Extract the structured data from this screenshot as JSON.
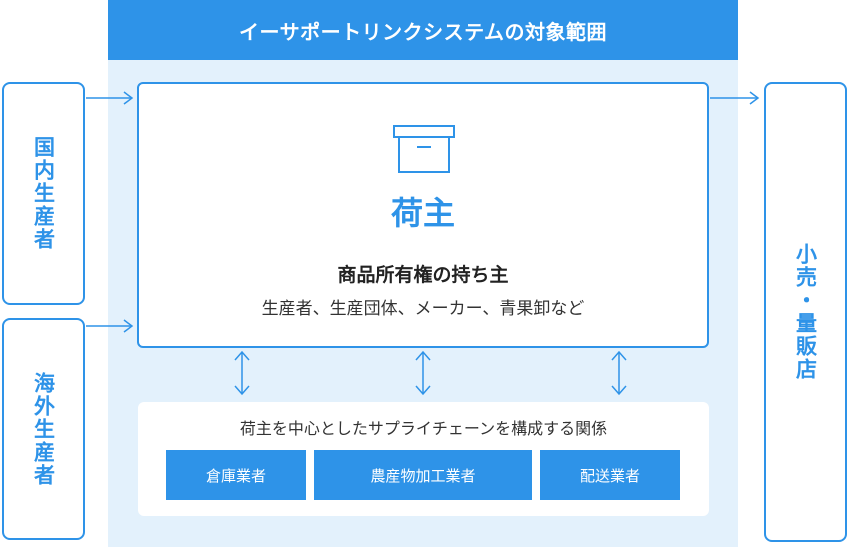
{
  "scope": {
    "title": "イーサポートリンクシステムの対象範囲"
  },
  "producers": {
    "domestic": "国内生産者",
    "overseas": "海外生産者"
  },
  "retail": {
    "label": "小売・量販店"
  },
  "shipper": {
    "icon": "box-icon",
    "title": "荷主",
    "heading": "商品所有権の持ち主",
    "examples": "生産者、生産団体、メーカー、青果卸など"
  },
  "relation": {
    "heading": "荷主を中心としたサプライチェーンを構成する関係",
    "items": [
      "倉庫業者",
      "農産物加工業者",
      "配送業者"
    ]
  },
  "colors": {
    "accent": "#2e93e8",
    "scope_background": "#e3f1fc"
  }
}
